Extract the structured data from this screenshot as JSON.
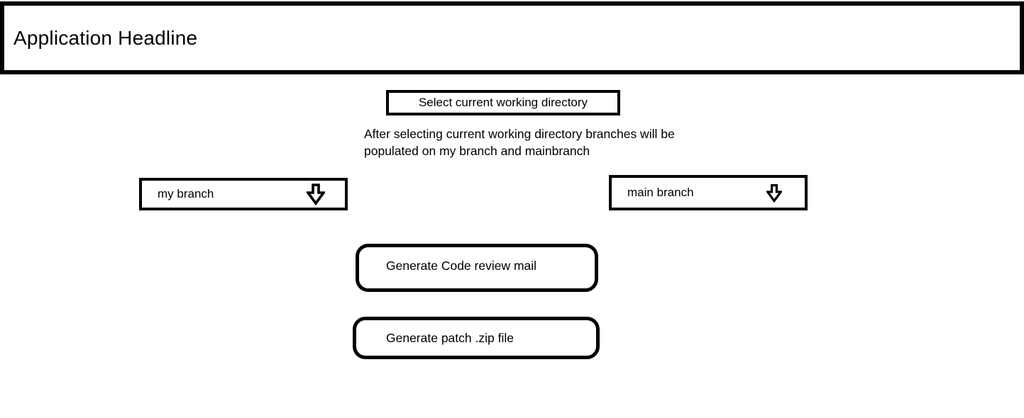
{
  "colors": {
    "foreground": "#000000",
    "background": "#ffffff"
  },
  "header": {
    "title": "Application Headline"
  },
  "main": {
    "select_cwd_button": {
      "label": "Select current working directory"
    },
    "description": {
      "lines": [
        "After selecting current working directory branches will be",
        "populated on my branch and mainbranch"
      ]
    },
    "dropdowns": {
      "my_branch": {
        "label": "my branch",
        "icon": "down-arrow-icon"
      },
      "main_branch": {
        "label": "main branch",
        "icon": "down-arrow-icon"
      }
    },
    "actions": {
      "generate_code_review_mail": {
        "label": "Generate Code review mail"
      },
      "generate_patch_zip": {
        "label": "Generate patch .zip file"
      }
    }
  }
}
